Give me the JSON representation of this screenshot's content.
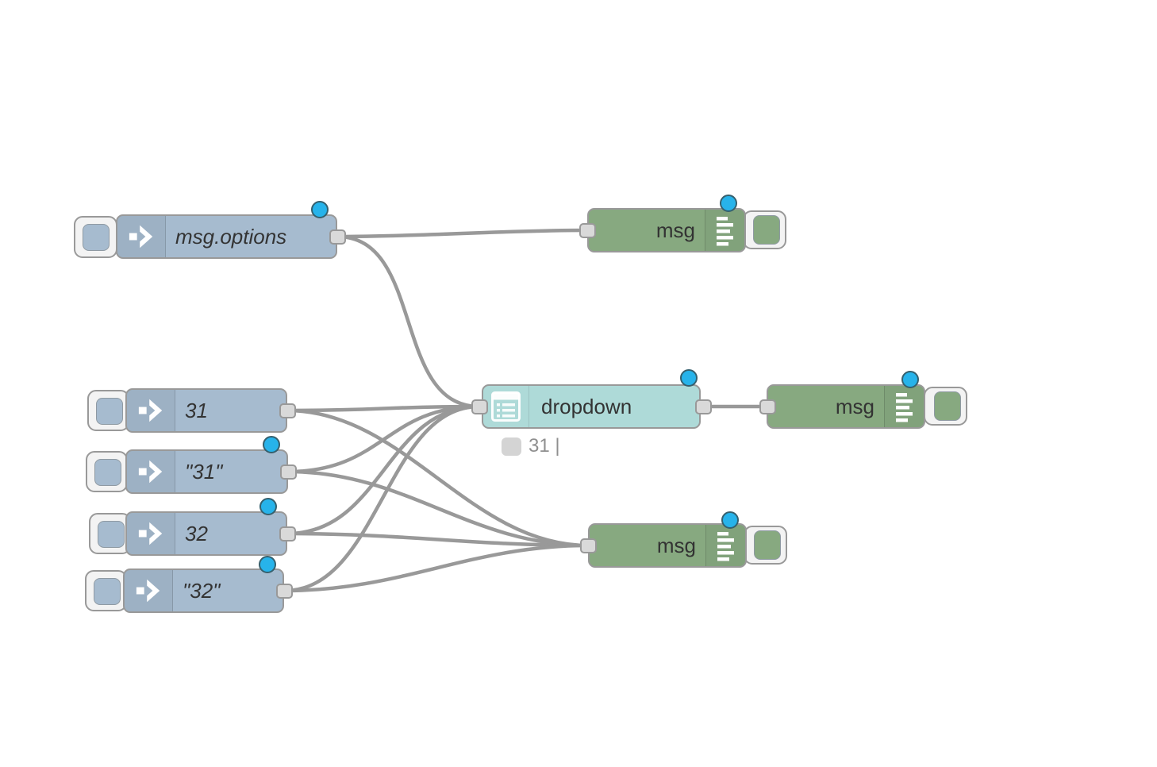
{
  "editor": {
    "background": "#ffffff",
    "wire_color": "#999999",
    "port_color": "#d9d9d9",
    "changed_indicator_color": "#27b3ea"
  },
  "colors": {
    "inject_node": "#a6bbcf",
    "debug_node": "#87a980",
    "dropdown_node": "#aedad8",
    "node_border": "#999999",
    "label_text": "#333333",
    "status_text": "#8f8f8f"
  },
  "icons": {
    "inject": "inject-arrow-icon",
    "debug": "debug-lines-icon",
    "dropdown": "dropdown-list-icon"
  },
  "nodes": {
    "inject_msg_options": {
      "type": "inject",
      "label": "msg.options"
    },
    "inject_31": {
      "type": "inject",
      "label": "31"
    },
    "inject_31_str": {
      "type": "inject",
      "label": "\"31\""
    },
    "inject_32": {
      "type": "inject",
      "label": "32"
    },
    "inject_32_str": {
      "type": "inject",
      "label": "\"32\""
    },
    "ui_dropdown": {
      "type": "ui_dropdown",
      "label": "dropdown",
      "status": "31 |"
    },
    "debug_top": {
      "type": "debug",
      "label": "msg"
    },
    "debug_middle": {
      "type": "debug",
      "label": "msg"
    },
    "debug_bottom": {
      "type": "debug",
      "label": "msg"
    }
  }
}
